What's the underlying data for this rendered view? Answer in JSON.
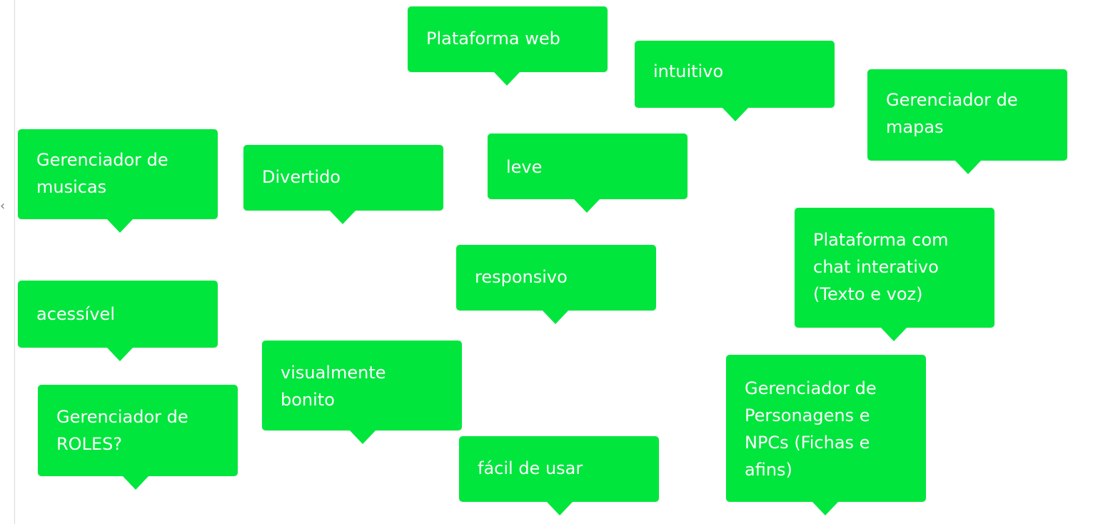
{
  "board": {
    "edge_glyph": "‹",
    "sticky_color": "#00e63c",
    "notes": [
      {
        "text": "Plataforma web"
      },
      {
        "text": "intuitivo"
      },
      {
        "text": "Gerenciador de\nmapas"
      },
      {
        "text": "Gerenciador de\nmusicas"
      },
      {
        "text": "Divertido"
      },
      {
        "text": "leve"
      },
      {
        "text": "Plataforma com\nchat interativo\n(Texto e voz)"
      },
      {
        "text": "responsivo"
      },
      {
        "text": "acessível"
      },
      {
        "text": "visualmente\nbonito"
      },
      {
        "text": "Gerenciador de\nROLES?"
      },
      {
        "text": "Gerenciador de\nPersonagens e\nNPCs (Fichas e\nafins)"
      },
      {
        "text": "fácil de usar"
      }
    ]
  }
}
